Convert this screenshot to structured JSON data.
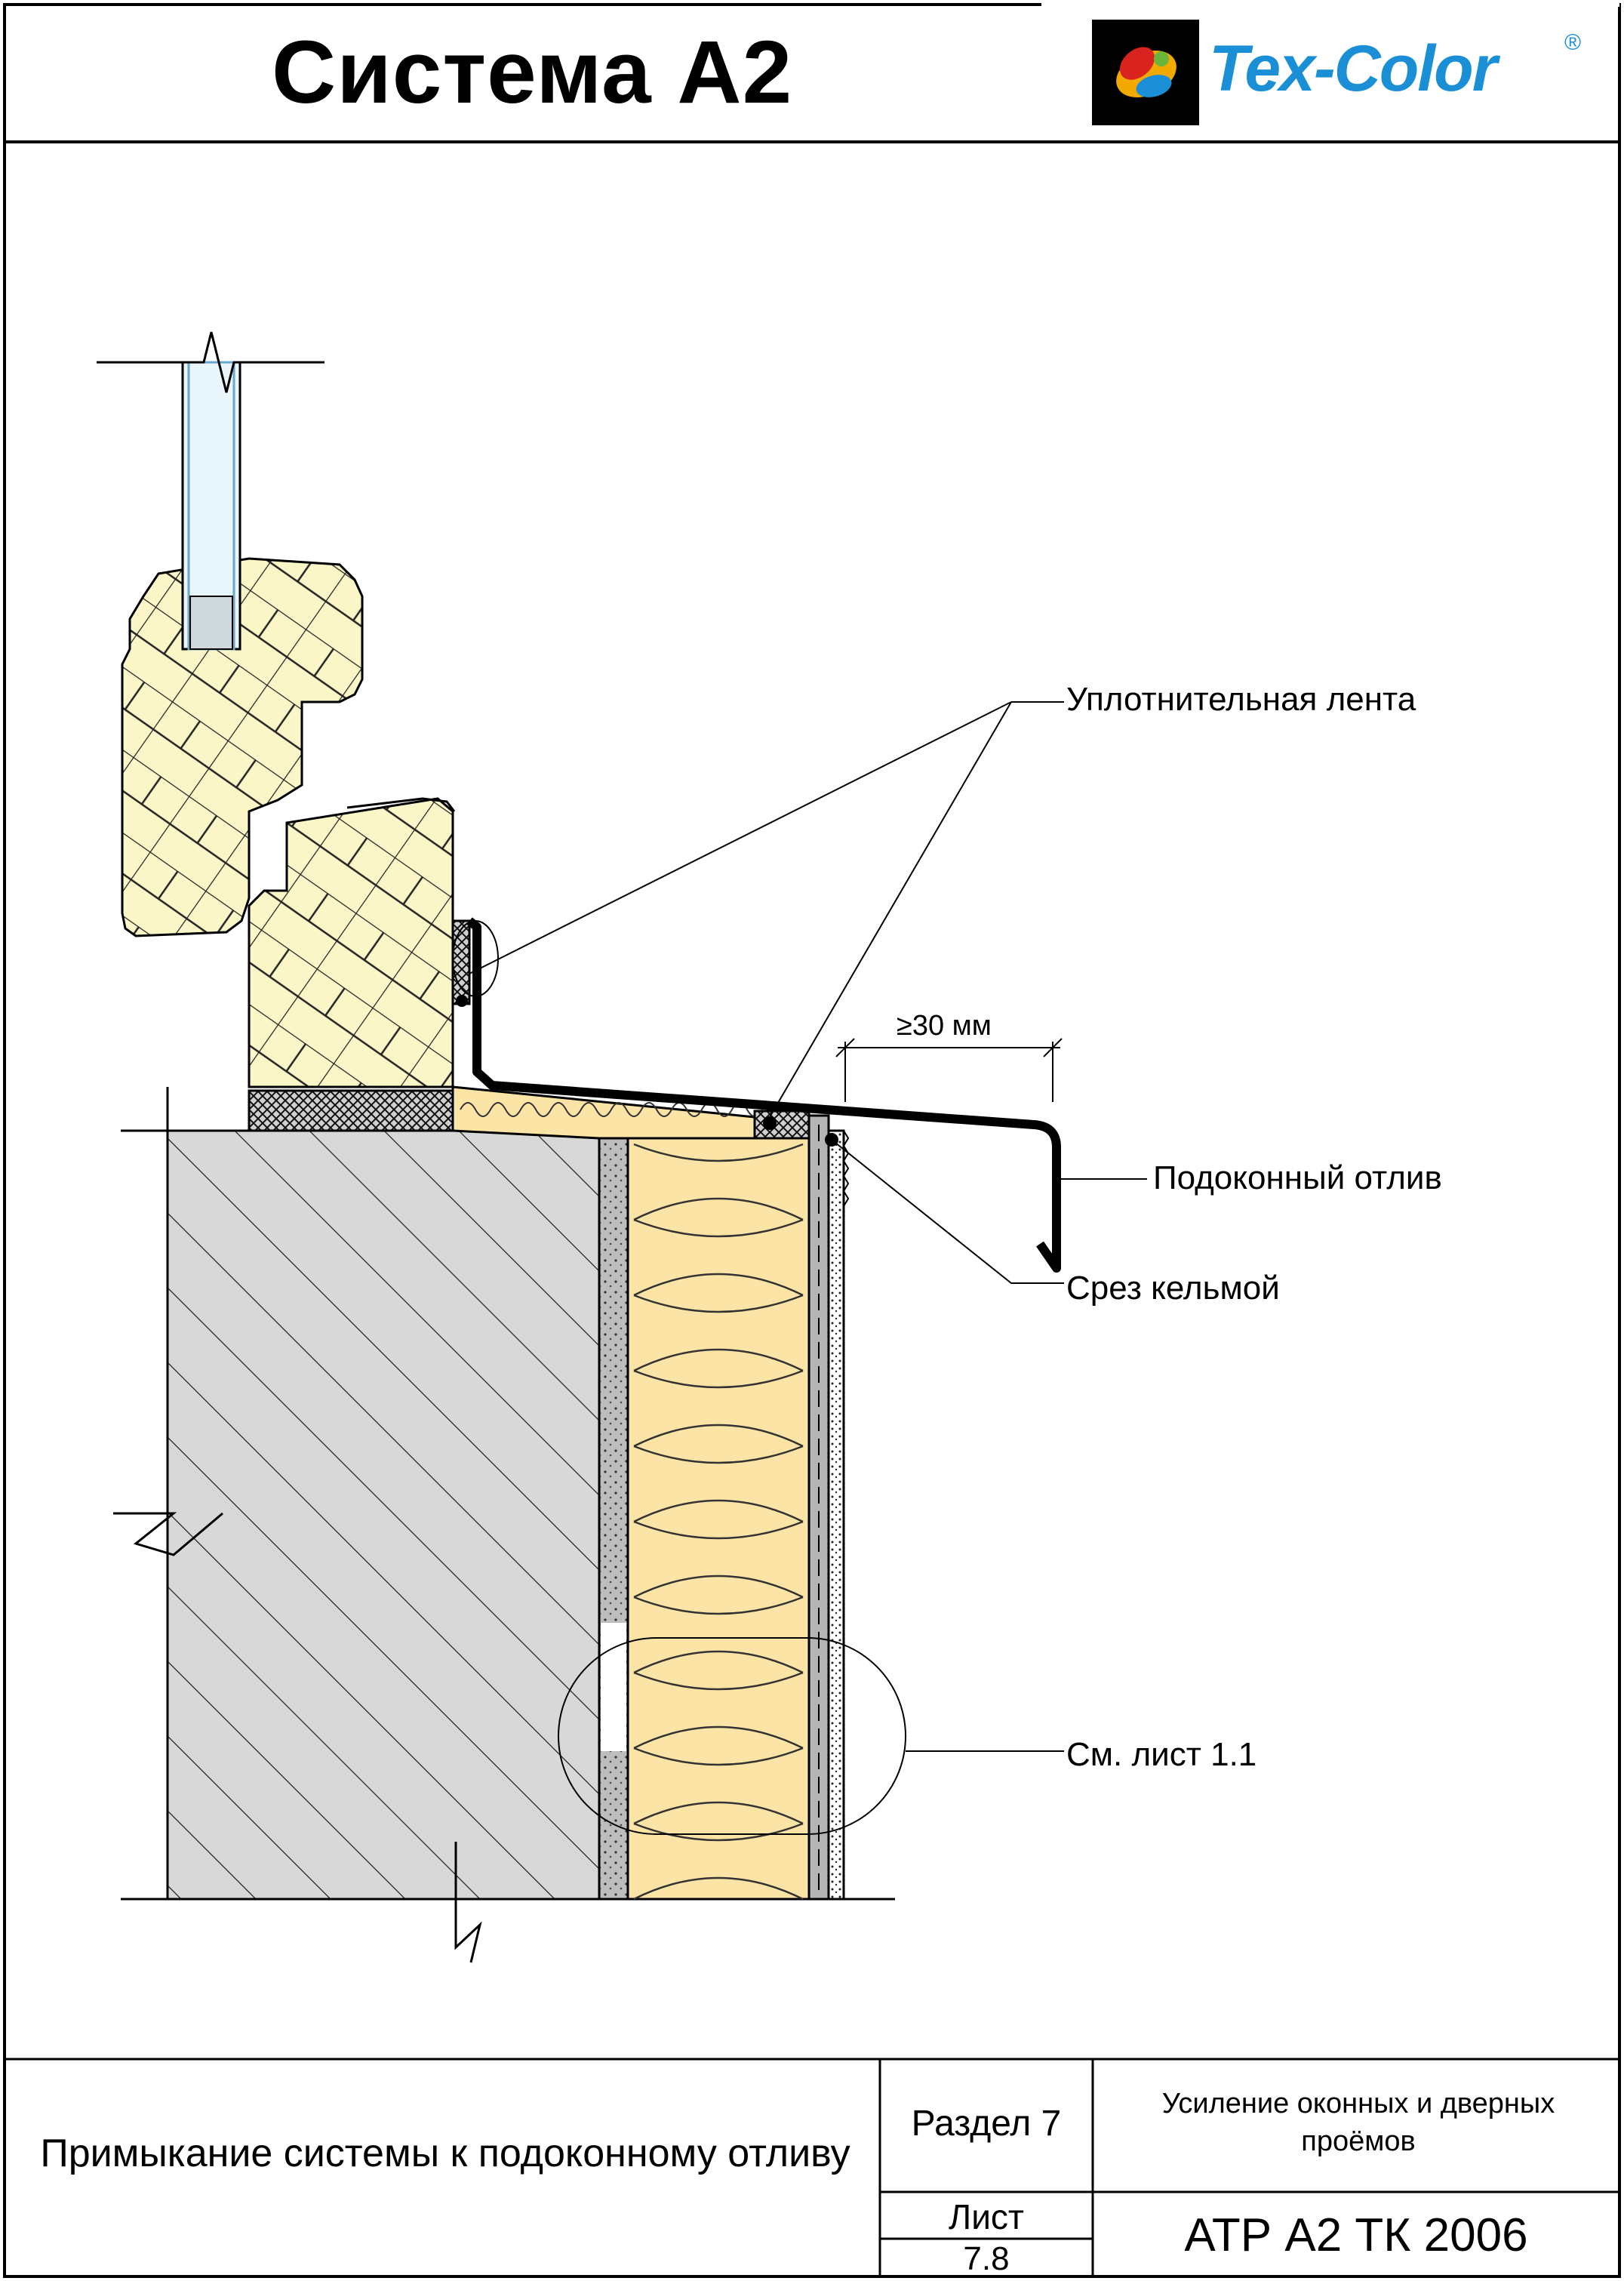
{
  "header": {
    "title": "Система А2",
    "brand": "Tex-Color",
    "registered": "®"
  },
  "callouts": {
    "sealing_tape": "Уплотнительная лента",
    "dimension": "≥30 мм",
    "sill": "Подоконный отлив",
    "trowel_cut": "Срез кельмой",
    "see_sheet": "См. лист 1.1"
  },
  "title_block": {
    "description": "Примыкание системы к подоконному отливу",
    "section": "Раздел 7",
    "section_title": "Усиление оконных и дверных проёмов",
    "sheet_label": "Лист",
    "sheet_number": "7.8",
    "doc_code": "АТР А2 ТК 2006"
  },
  "colors": {
    "wood": "#fbf6c8",
    "insulation": "#fbe4a6",
    "concrete": "#d8d8d8",
    "brand_blue": "#1a8fd6"
  }
}
